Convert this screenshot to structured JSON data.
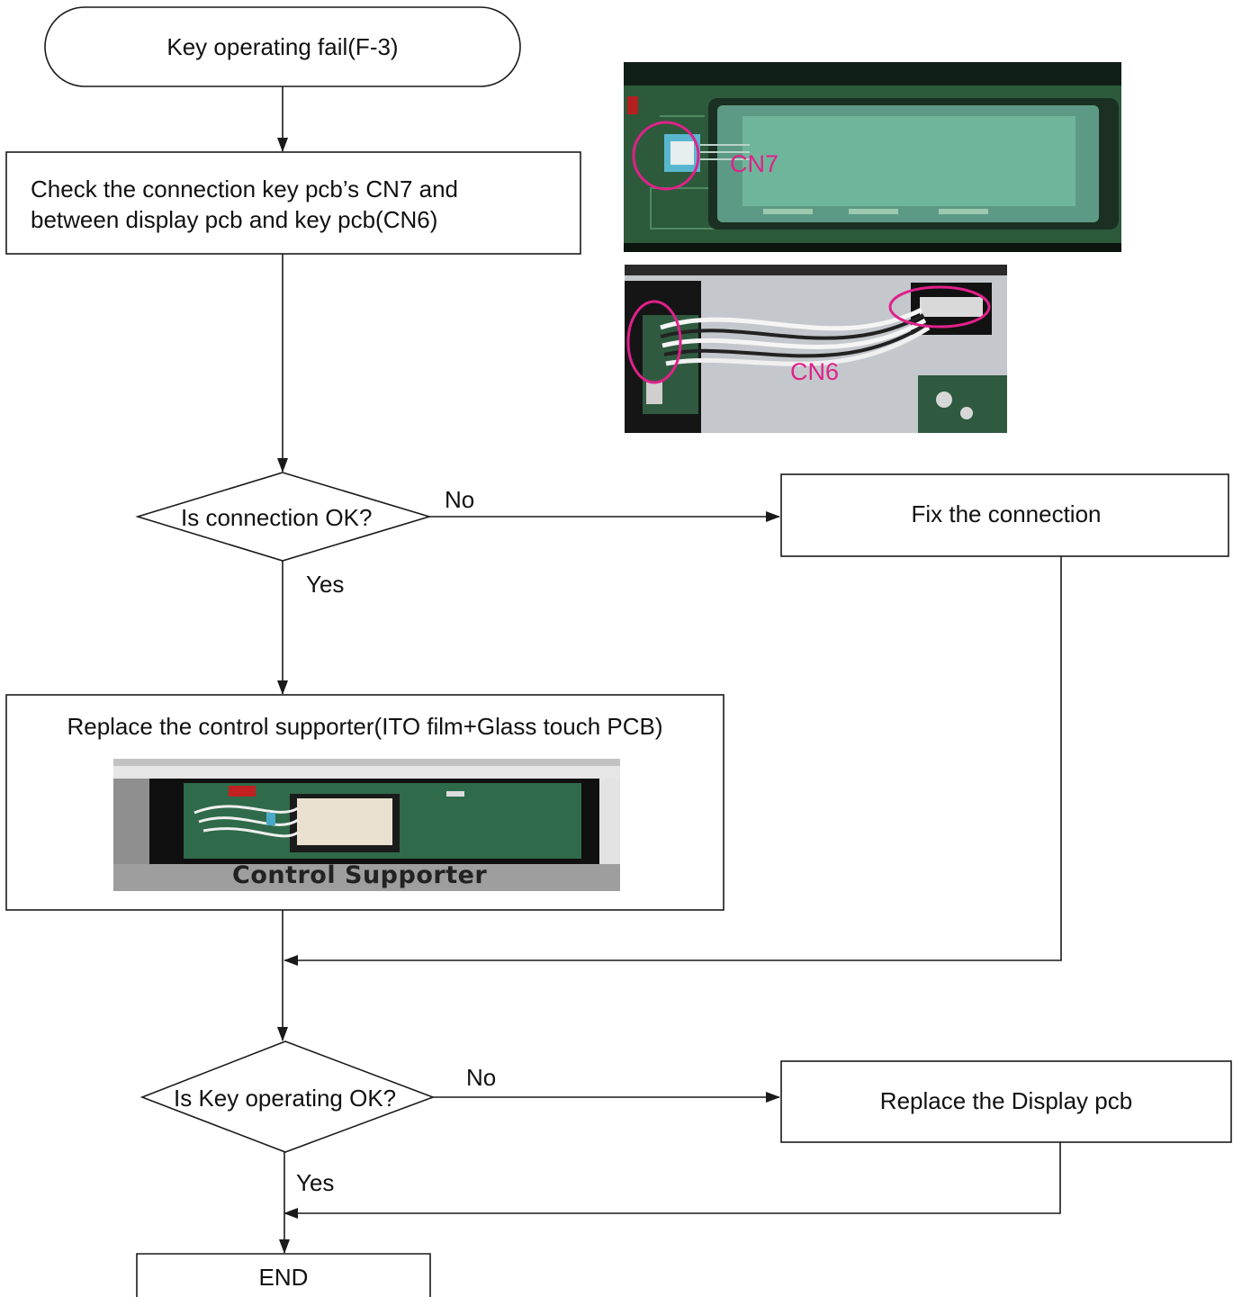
{
  "start": {
    "label": "Key operating fail(F-3)"
  },
  "check_step": {
    "line1": "Check the connection  key pcb’s CN7 and",
    "line2": "between display pcb and key pcb(CN6)"
  },
  "photos": {
    "cn7_label": "CN7",
    "cn6_label": "CN6",
    "supporter_caption": "Control Supporter"
  },
  "decision1": {
    "question": "Is connection OK?",
    "no": "No",
    "yes": "Yes"
  },
  "fix_step": {
    "label": "Fix the connection"
  },
  "replace_step": {
    "label": "Replace the control supporter(ITO film+Glass touch PCB)"
  },
  "decision2": {
    "question": "Is Key operating OK?",
    "no": "No",
    "yes": "Yes"
  },
  "display_step": {
    "label": "Replace the Display pcb"
  },
  "end": {
    "label": "END"
  },
  "colors": {
    "callout": "#e0218a",
    "line": "#1a1a1a"
  }
}
